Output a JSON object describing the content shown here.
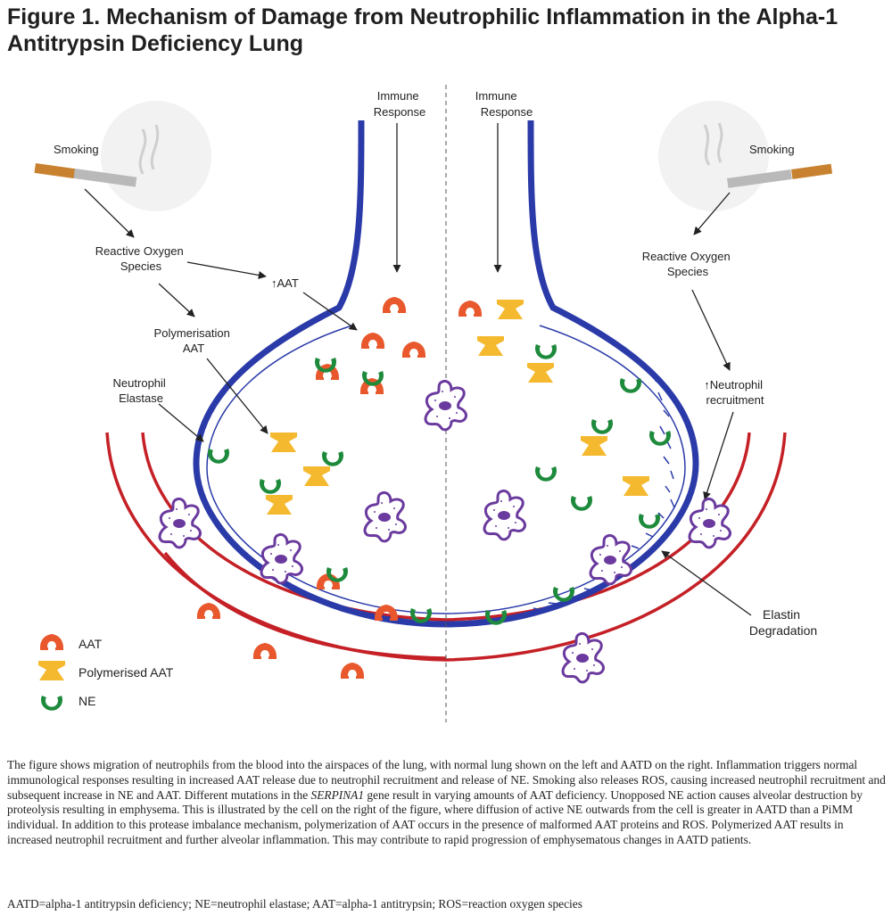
{
  "title": "Figure 1. Mechanism of Damage from Neutrophilic Inflammation in the Alpha-1 Antitrypsin Deficiency Lung",
  "labels": {
    "immune_response_left": [
      "Immune",
      "Response"
    ],
    "immune_response_right": [
      "Immune",
      "Response"
    ],
    "smoking_left": "Smoking",
    "smoking_right": "Smoking",
    "ros_left": [
      "Reactive Oxygen",
      "Species"
    ],
    "ros_right": [
      "Reactive Oxygen",
      "Species"
    ],
    "aat_increase": "↑AAT",
    "polymerisation": [
      "Polymerisation",
      "AAT"
    ],
    "neutrophil_elastase": [
      "Neutrophil",
      "Elastase"
    ],
    "neutrophil_recruitment": [
      "↑Neutrophil",
      "recruitment"
    ],
    "elastin_degradation": [
      "Elastin",
      "Degradation"
    ]
  },
  "legend": [
    {
      "icon": "aat-icon",
      "label": "AAT",
      "color": "#e8582c"
    },
    {
      "icon": "polymerised-aat-icon",
      "label": "Polymerised AAT",
      "color": "#f4b92e"
    },
    {
      "icon": "ne-icon",
      "label": "NE",
      "color": "#1e8a3c"
    }
  ],
  "colors": {
    "alveolar_wall": "#2a3aa8",
    "capillary": "#c42026",
    "aat": "#e8582c",
    "polymerised_aat": "#f4b92e",
    "ne": "#1e8a3c",
    "neutrophil_outline": "#6a3a9e",
    "neutrophil_nucleus": "#6a3a9e"
  },
  "caption": {
    "part1": "The figure shows migration of neutrophils from the blood into the airspaces of the lung, with normal lung shown on the left and AATD on the right. Inflammation triggers normal immunological responses resulting in increased AAT release due to neutrophil recruitment and release of NE. Smoking also releases ROS, causing increased neutrophil recruitment and subsequent increase in NE and AAT. Different mutations in the ",
    "gene": "SERPINA1",
    "part2": " gene result in varying amounts of AAT deficiency. Unopposed NE action causes alveolar destruction by proteolysis resulting in emphysema. This is illustrated by the cell on the right of the figure, where diffusion of active NE outwards from the cell is greater in AATD than a PiMM individual. In addition to this protease imbalance mechanism, polymerization of AAT occurs in the presence of malformed AAT proteins and ROS. Polymerized AAT results in increased neutrophil recruitment and further alveolar inflammation. This may contribute to rapid progression of emphysematous changes in AATD patients."
  },
  "abbreviations": "AATD=alpha-1 antitrypsin deficiency; NE=neutrophil elastase; AAT=alpha-1 antitrypsin; ROS=reaction oxygen species"
}
